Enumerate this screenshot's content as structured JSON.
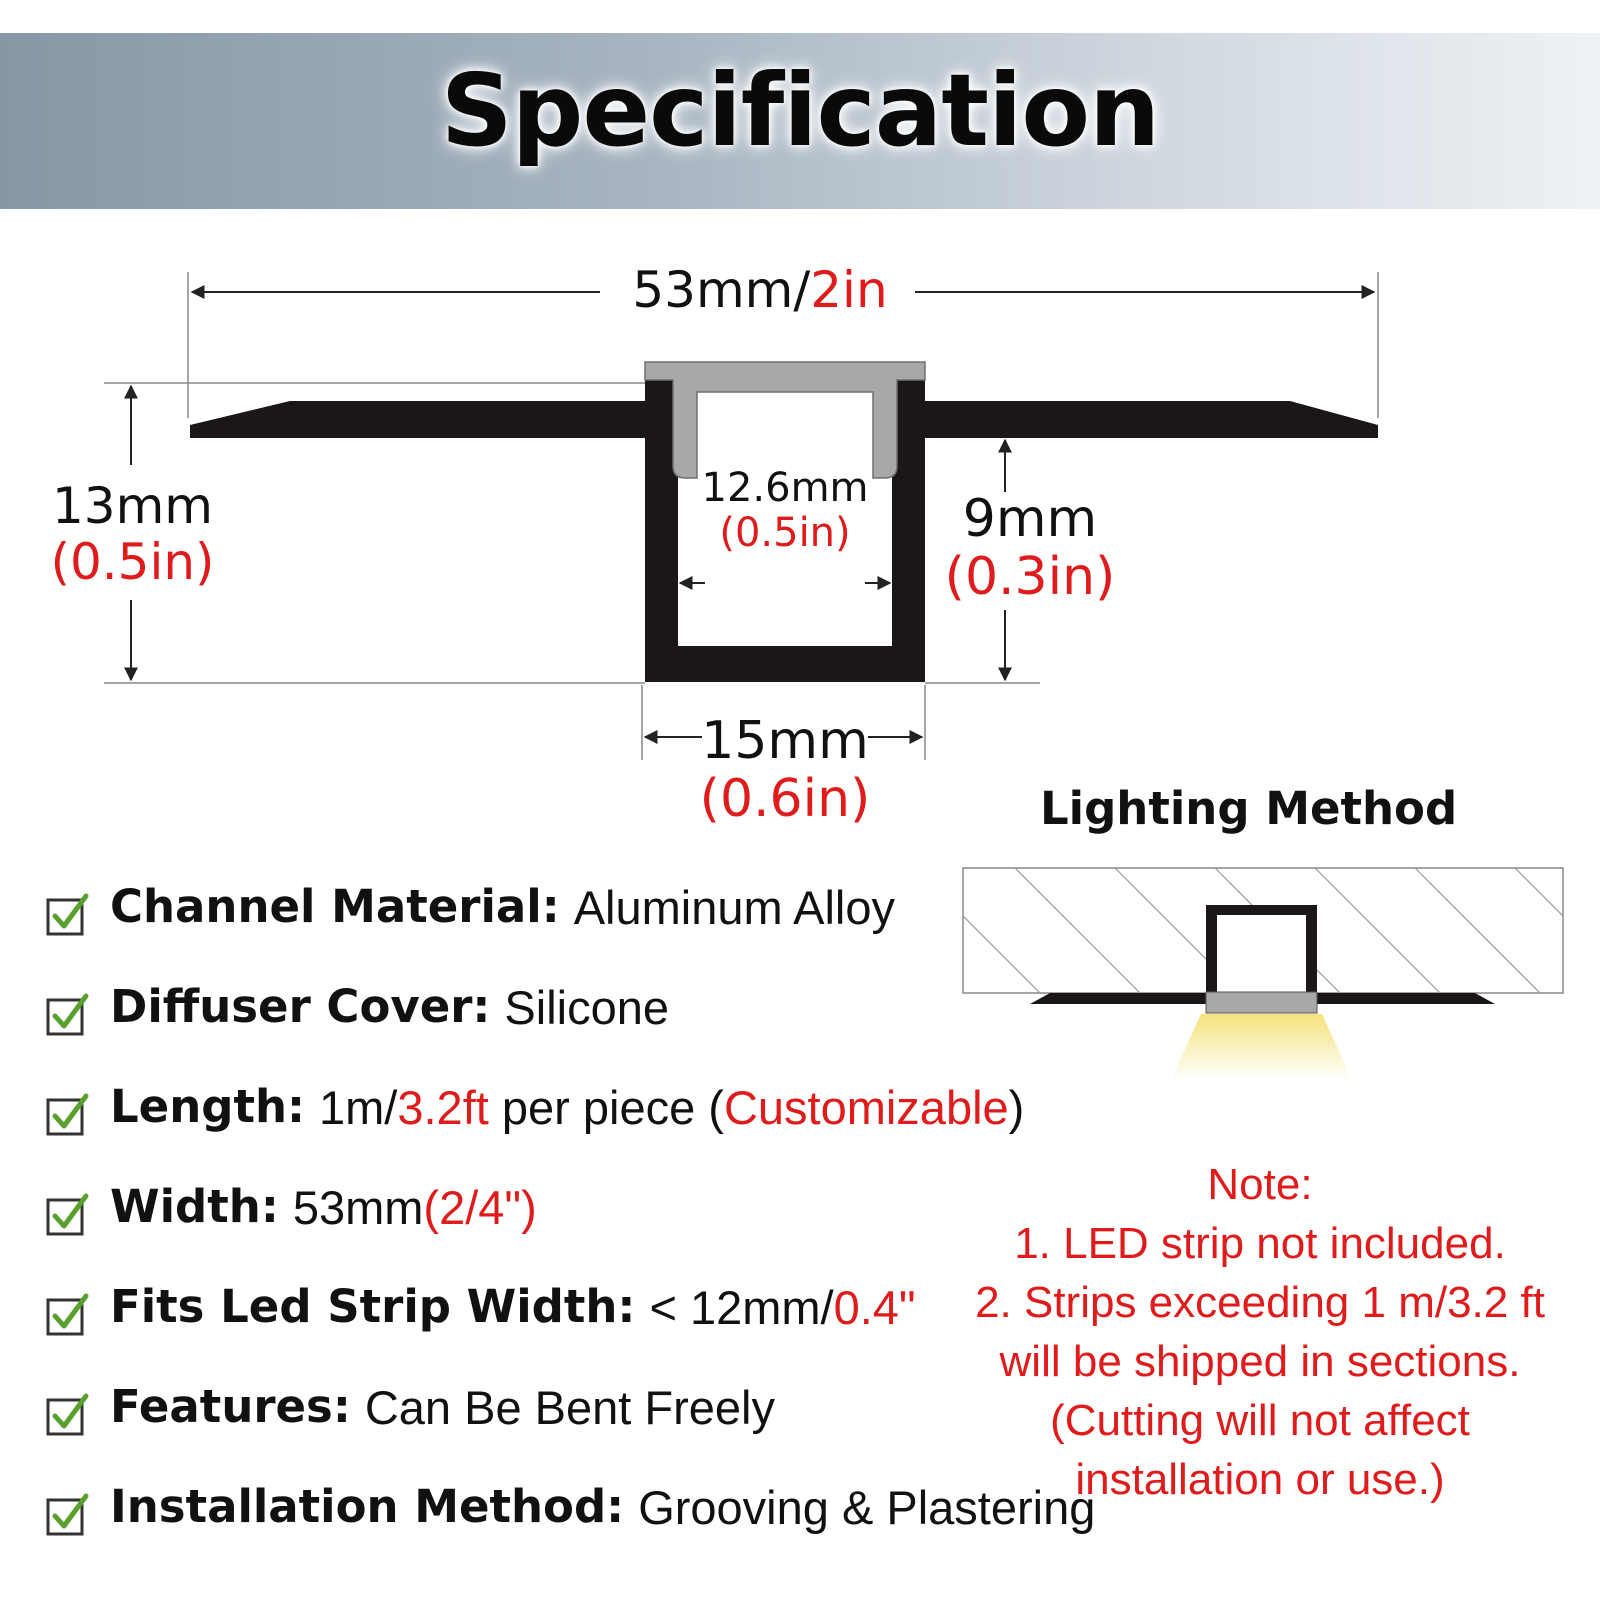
{
  "header": {
    "title": "Specification"
  },
  "diagram": {
    "total_width": {
      "mm": "53mm/",
      "in": "2in"
    },
    "total_height": {
      "mm": "13mm",
      "in": "(0.5in)"
    },
    "inner_width": {
      "mm": "12.6mm",
      "in": "(0.5in)"
    },
    "channel_depth": {
      "mm": "9mm",
      "in": "(0.3in)"
    },
    "channel_width": {
      "mm": "15mm",
      "in": "(0.6in)"
    }
  },
  "lighting_method": {
    "title": "Lighting Method"
  },
  "specs": [
    {
      "label": "Channel Material:",
      "value": "Aluminum Alloy"
    },
    {
      "label": "Diffuser Cover:",
      "value": "Silicone"
    },
    {
      "label": "Length:",
      "value_a": "1m/",
      "value_red": "3.2ft",
      "value_b": " per piece (",
      "value_red2": "Customizable",
      "value_c": ")"
    },
    {
      "label": "Width:",
      "value_a": "53mm",
      "value_red": "(2/4\")"
    },
    {
      "label": "Fits Led Strip Width:",
      "value_a": "< 12mm/",
      "value_red": "0.4\""
    },
    {
      "label": "Features:",
      "value": "Can Be Bent Freely"
    },
    {
      "label": "Installation Method:",
      "value": "Grooving & Plastering"
    }
  ],
  "note": {
    "heading": "Note:",
    "line1": "1. LED strip not included.",
    "line2": "2. Strips exceeding 1 m/3.2 ft",
    "line3": "will be shipped in sections.",
    "line4": "(Cutting will not affect",
    "line5": "installation or use.)"
  },
  "colors": {
    "accent_red": "#e01b1b",
    "profile_dark": "#1b1716",
    "diffuser_gray": "#a8a8a8",
    "checkbox_green": "#5aa02c",
    "light_yellow": "#f3e27a"
  }
}
